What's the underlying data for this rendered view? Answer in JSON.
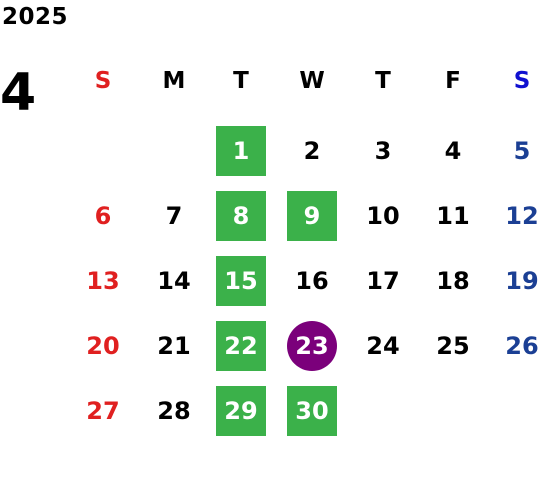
{
  "header": {
    "year": "2025",
    "month": "4"
  },
  "weekdays": [
    "S",
    "M",
    "T",
    "W",
    "T",
    "F",
    "S"
  ],
  "weeks": [
    [
      null,
      null,
      {
        "day": "1",
        "mark": "green"
      },
      {
        "day": "2"
      },
      {
        "day": "3"
      },
      {
        "day": "4"
      },
      {
        "day": "5"
      }
    ],
    [
      {
        "day": "6"
      },
      {
        "day": "7"
      },
      {
        "day": "8",
        "mark": "green"
      },
      {
        "day": "9",
        "mark": "green"
      },
      {
        "day": "10"
      },
      {
        "day": "11"
      },
      {
        "day": "12"
      }
    ],
    [
      {
        "day": "13"
      },
      {
        "day": "14"
      },
      {
        "day": "15",
        "mark": "green"
      },
      {
        "day": "16"
      },
      {
        "day": "17"
      },
      {
        "day": "18"
      },
      {
        "day": "19"
      }
    ],
    [
      {
        "day": "20"
      },
      {
        "day": "21"
      },
      {
        "day": "22",
        "mark": "green"
      },
      {
        "day": "23",
        "mark": "today"
      },
      {
        "day": "24"
      },
      {
        "day": "25"
      },
      {
        "day": "26"
      }
    ],
    [
      {
        "day": "27"
      },
      {
        "day": "28"
      },
      {
        "day": "29",
        "mark": "green"
      },
      {
        "day": "30",
        "mark": "green"
      },
      null,
      null,
      null
    ]
  ],
  "colors": {
    "sunday": "#e02020",
    "saturday_header": "#1010d0",
    "saturday": "#1b3f94",
    "highlight_green": "#3bb14a",
    "today_purple": "#7b007b"
  }
}
